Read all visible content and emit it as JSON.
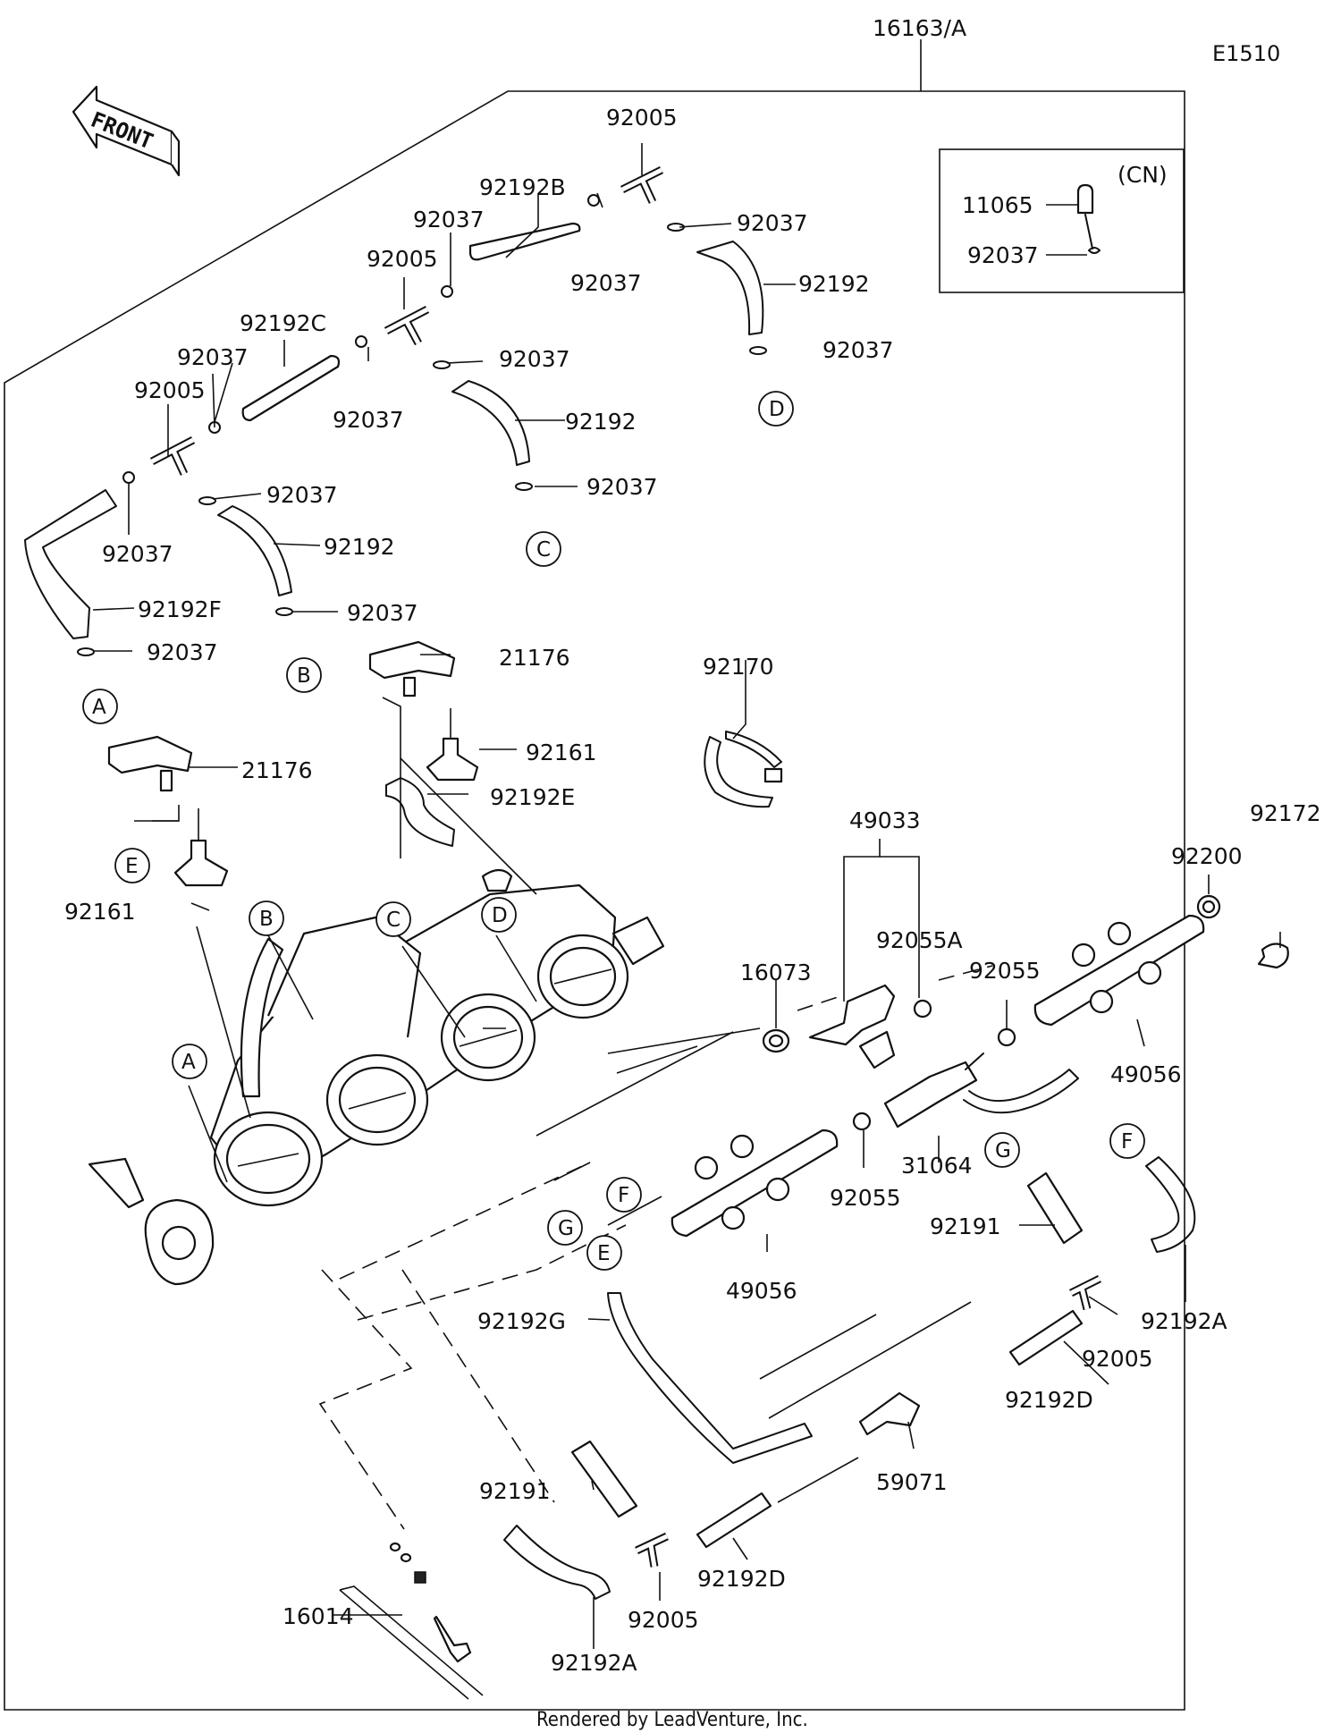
{
  "diagram_code": "E1510",
  "assembly_part_number": "16163/A",
  "front_label": "FRONT",
  "inset": {
    "region_code": "(CN)"
  },
  "footer": "Rendered by LeadVenture, Inc.",
  "watermark_text": "VENTURE",
  "callouts": [
    {
      "id": "c1",
      "label": "92005"
    },
    {
      "id": "c2",
      "label": "92192B"
    },
    {
      "id": "c3",
      "label": "92037"
    },
    {
      "id": "c4",
      "label": "92037"
    },
    {
      "id": "c5",
      "label": "92037"
    },
    {
      "id": "c6",
      "label": "92005"
    },
    {
      "id": "c7",
      "label": "92192"
    },
    {
      "id": "c8",
      "label": "92037"
    },
    {
      "id": "c9",
      "label": "92192C"
    },
    {
      "id": "c10",
      "label": "92037"
    },
    {
      "id": "c11",
      "label": "92037"
    },
    {
      "id": "c12",
      "label": "92037"
    },
    {
      "id": "c13",
      "label": "92005"
    },
    {
      "id": "c14",
      "label": "92192"
    },
    {
      "id": "c15",
      "label": "92037"
    },
    {
      "id": "c16",
      "label": "92037"
    },
    {
      "id": "c17",
      "label": "92037"
    },
    {
      "id": "c18",
      "label": "92192"
    },
    {
      "id": "c19",
      "label": "92192F"
    },
    {
      "id": "c20",
      "label": "92037"
    },
    {
      "id": "c21",
      "label": "92037"
    },
    {
      "id": "c22",
      "label": "11065"
    },
    {
      "id": "c23",
      "label": "92037"
    },
    {
      "id": "c24",
      "label": "21176"
    },
    {
      "id": "c25",
      "label": "92170"
    },
    {
      "id": "c26",
      "label": "92161"
    },
    {
      "id": "c27",
      "label": "92192E"
    },
    {
      "id": "c28",
      "label": "21176"
    },
    {
      "id": "c29",
      "label": "92161"
    },
    {
      "id": "c30",
      "label": "49033"
    },
    {
      "id": "c31",
      "label": "92200"
    },
    {
      "id": "c32",
      "label": "92172"
    },
    {
      "id": "c33",
      "label": "92055A"
    },
    {
      "id": "c34",
      "label": "16073"
    },
    {
      "id": "c35",
      "label": "92055"
    },
    {
      "id": "c36",
      "label": "49056"
    },
    {
      "id": "c37",
      "label": "31064"
    },
    {
      "id": "c38",
      "label": "92055"
    },
    {
      "id": "c39",
      "label": "92191"
    },
    {
      "id": "c40",
      "label": "49056"
    },
    {
      "id": "c41",
      "label": "92192A"
    },
    {
      "id": "c42",
      "label": "92192G"
    },
    {
      "id": "c43",
      "label": "92005"
    },
    {
      "id": "c44",
      "label": "92192D"
    },
    {
      "id": "c45",
      "label": "59071"
    },
    {
      "id": "c46",
      "label": "92191"
    },
    {
      "id": "c47",
      "label": "92192D"
    },
    {
      "id": "c48",
      "label": "16014"
    },
    {
      "id": "c49",
      "label": "92005"
    },
    {
      "id": "c50",
      "label": "92192A"
    }
  ],
  "refs": [
    {
      "id": "r1",
      "letter": "D"
    },
    {
      "id": "r2",
      "letter": "C"
    },
    {
      "id": "r3",
      "letter": "B"
    },
    {
      "id": "r4",
      "letter": "A"
    },
    {
      "id": "r5",
      "letter": "E"
    },
    {
      "id": "r6",
      "letter": "B"
    },
    {
      "id": "r7",
      "letter": "C"
    },
    {
      "id": "r8",
      "letter": "D"
    },
    {
      "id": "r9",
      "letter": "A"
    },
    {
      "id": "r10",
      "letter": "F"
    },
    {
      "id": "r11",
      "letter": "G"
    },
    {
      "id": "r12",
      "letter": "E"
    },
    {
      "id": "r13",
      "letter": "G"
    },
    {
      "id": "r14",
      "letter": "F"
    }
  ]
}
